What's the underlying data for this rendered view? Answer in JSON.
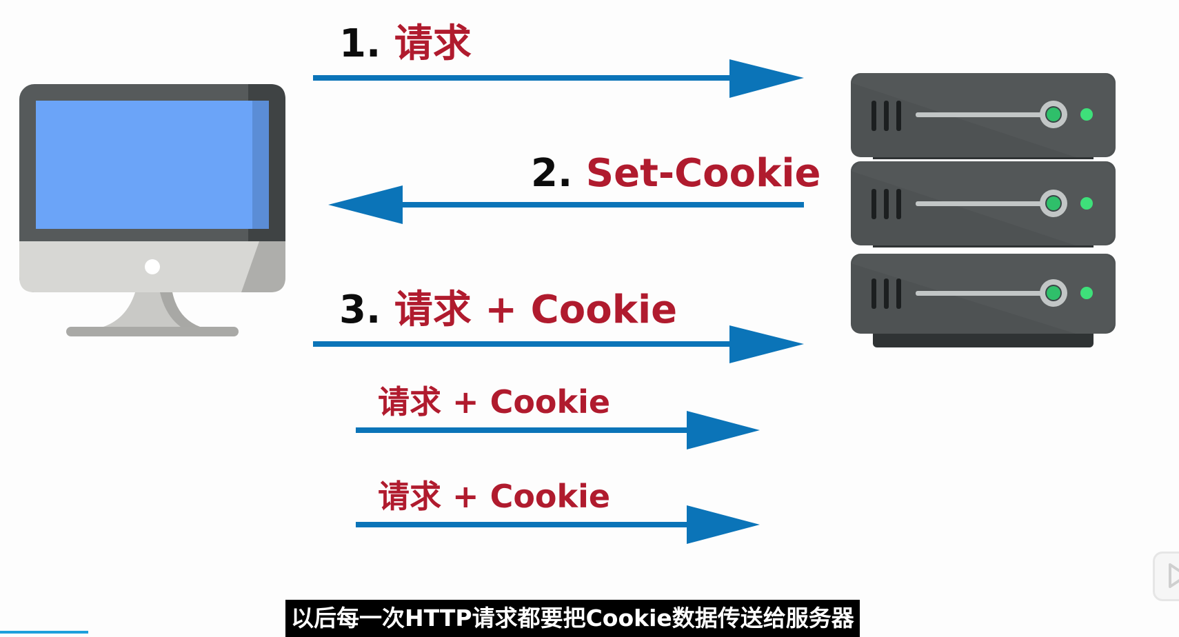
{
  "steps": [
    {
      "num": "1.",
      "text": "请求"
    },
    {
      "num": "2.",
      "text": "Set-Cookie"
    },
    {
      "num": "3.",
      "text": "请求 + Cookie"
    },
    {
      "num": "",
      "text": "请求 + Cookie"
    },
    {
      "num": "",
      "text": "请求 + Cookie"
    }
  ],
  "subtitle": "以后每一次HTTP请求都要把Cookie数据传送给服务器",
  "icons": {
    "client": "desktop-computer-icon",
    "server": "server-rack-icon",
    "play": "play-icon"
  },
  "colors": {
    "arrow": "#0b74b8",
    "label_red": "#b01b2e",
    "screen": "#6ba4f8",
    "led": "#3ee07a"
  }
}
